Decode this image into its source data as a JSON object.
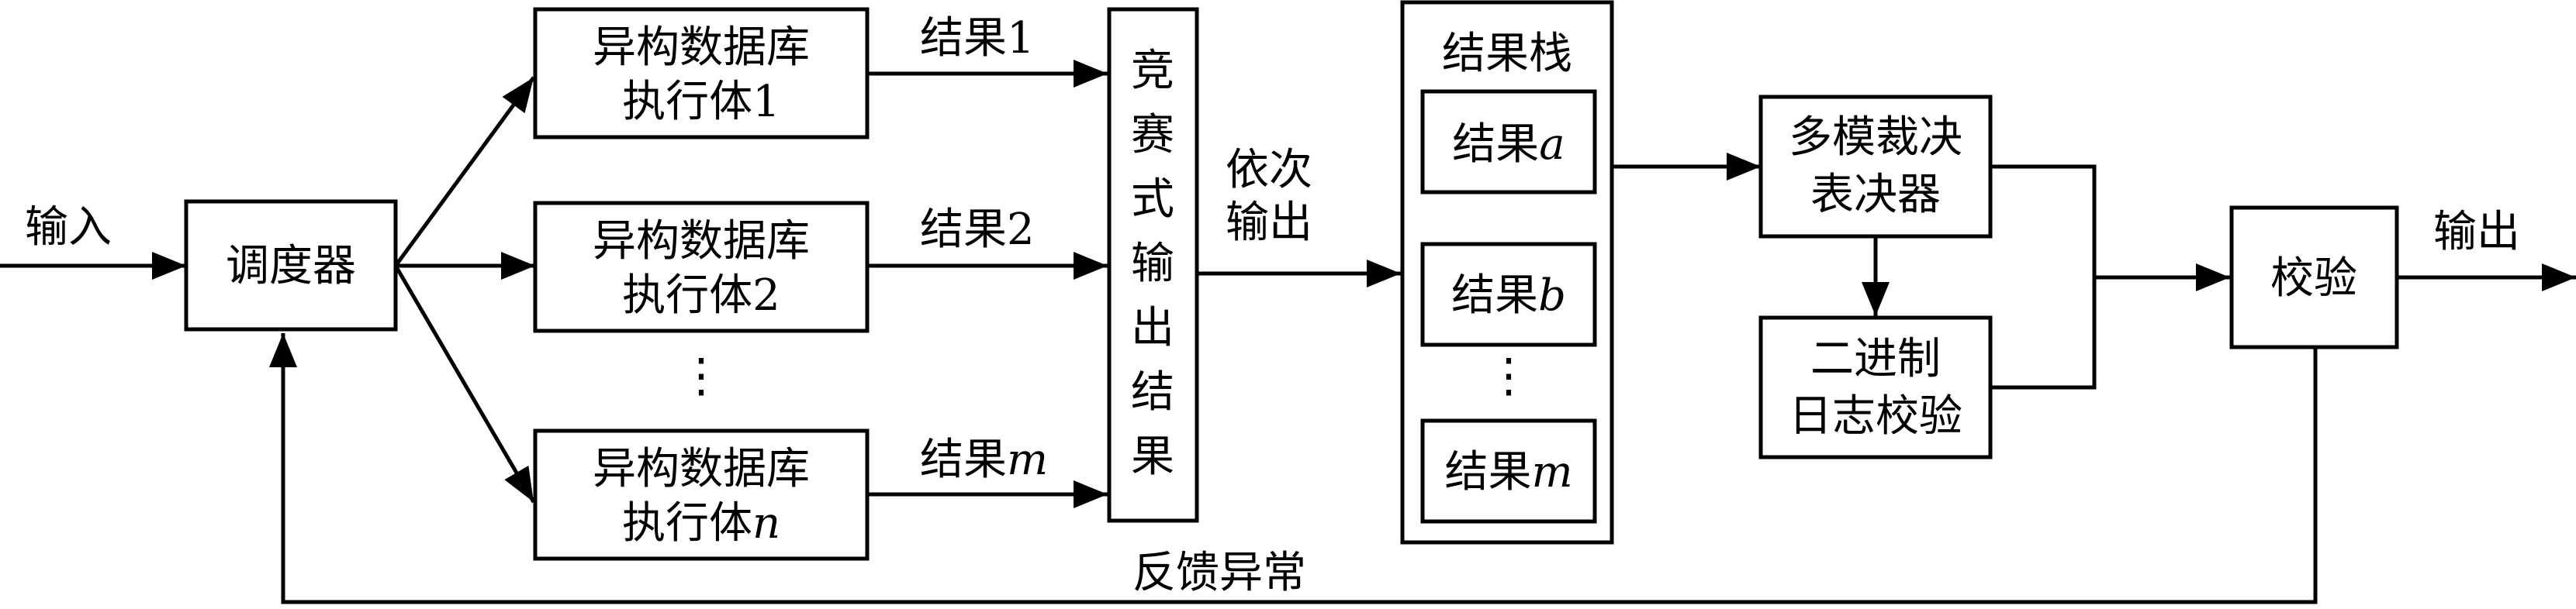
{
  "labels": {
    "input": "输入",
    "scheduler": "调度器",
    "exec_line1": "异构数据库",
    "exec_line2_prefix": "执行体",
    "exec1_suffix": "1",
    "exec2_suffix": "2",
    "execn_suffix": "n",
    "result_prefix": "结果",
    "result1_suffix": "1",
    "result2_suffix": "2",
    "resultm_suffix": "m",
    "race_output": [
      "竞",
      "赛",
      "式",
      "输",
      "出",
      "结",
      "果"
    ],
    "in_order_line1": "依次",
    "in_order_line2": "输出",
    "result_stack": "结果栈",
    "stack_a_suffix": "a",
    "stack_b_suffix": "b",
    "stack_m_suffix": "m",
    "voter_line1": "多模裁决",
    "voter_line2": "表决器",
    "binlog_line1": "二进制",
    "binlog_line2": "日志校验",
    "verify": "校验",
    "output": "输出",
    "feedback": "反馈异常"
  }
}
